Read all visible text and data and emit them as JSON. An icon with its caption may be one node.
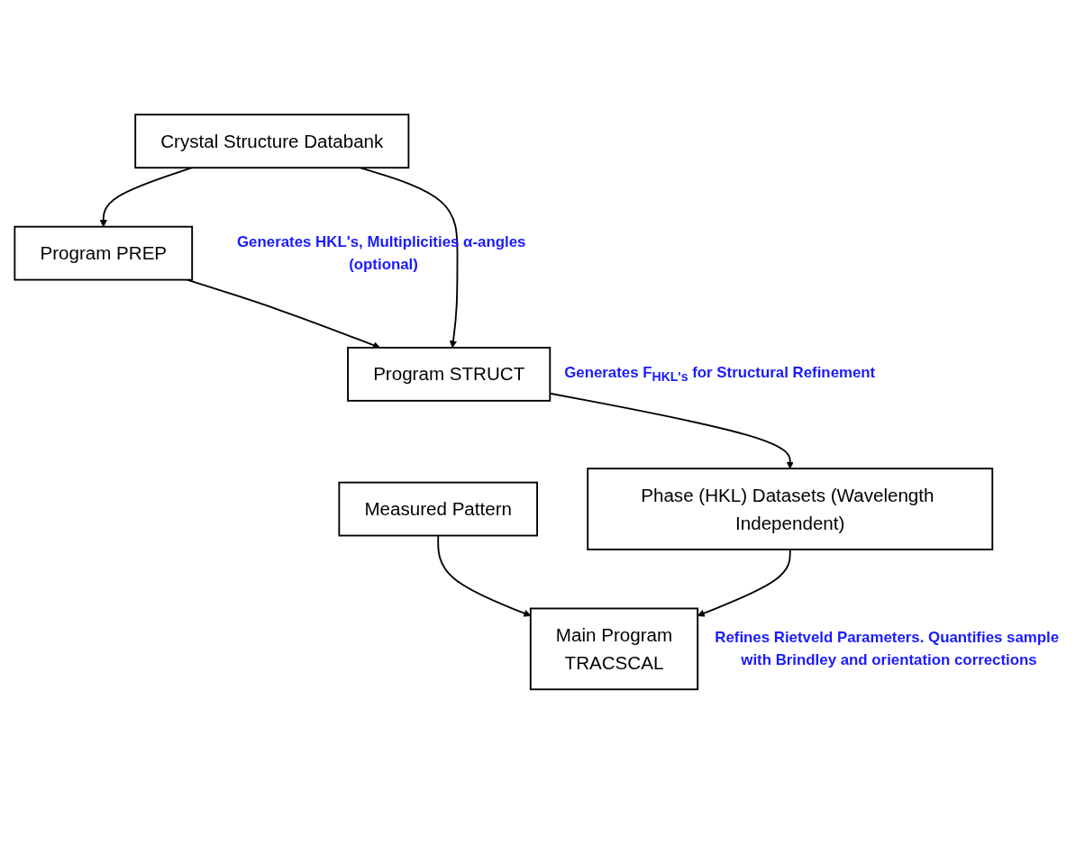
{
  "diagram": {
    "nodes": [
      {
        "text": [
          "Program PREP"
        ],
        "beside": [
          "Generates HKL's, Multiplicities α-angles (optional)"
        ]
      },
      {
        "text": [
          "Crystal Structure Databank"
        ]
      },
      {
        "text": [
          "Program STRUCT"
        ],
        "beside": [
          "Generates F$_{HKL's}$ for Structural Refinement"
        ]
      },
      {
        "text": [
          "Phase (HKL) Datasets (Wavelength Independent)"
        ]
      },
      {
        "text": [
          "Measured Pattern"
        ]
      },
      {
        "text": [
          "Main Program",
          "TRACSCAL"
        ],
        "beside": [
          "Refines Rietveld Parameters. Quantifies sample with Brindley and orientation corrections"
        ]
      }
    ],
    "edges": [
      {
        "from": 1,
        "to": 0,
        "arrow": "to"
      },
      {
        "from": 0,
        "to": 2,
        "arrow": "to"
      },
      {
        "from": 1,
        "to": 2,
        "arrow": "to"
      },
      {
        "from": 2,
        "to": 3,
        "arrow": "to"
      },
      {
        "from": 3,
        "to": 5,
        "arrow": "to"
      },
      {
        "from": 4,
        "to": 5,
        "arrow": "to"
      }
    ]
  }
}
